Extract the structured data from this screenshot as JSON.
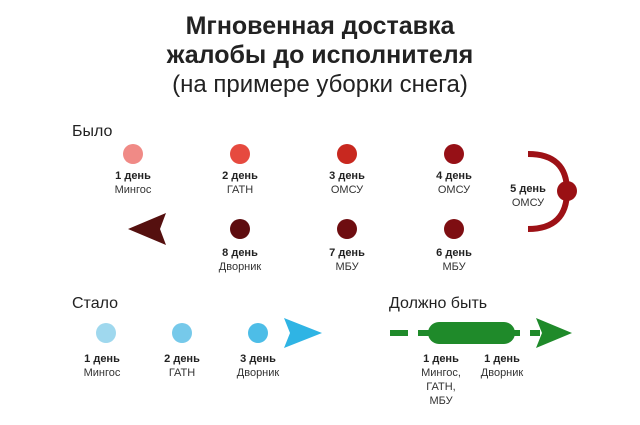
{
  "title": {
    "line1": "Мгновенная доставка",
    "line2": "жалобы до исполнителя",
    "line3": "(на примере уборки снега)"
  },
  "colors": {
    "was_gradient_start": "#f28a86",
    "was_gradient_end": "#a01318",
    "was_return": "#5a0d0f",
    "now": "#35b9e6",
    "now_light": "#a8ddf1",
    "should": "#1f8a2a"
  },
  "was": {
    "label": "Было",
    "top_row": [
      {
        "day": "1 день",
        "who": "Мингос",
        "color": "#f08a86"
      },
      {
        "day": "2 день",
        "who": "ГАТН",
        "color": "#e64a3f"
      },
      {
        "day": "3 день",
        "who": "ОМСУ",
        "color": "#c8281f"
      },
      {
        "day": "4 день",
        "who": "ОМСУ",
        "color": "#961016"
      }
    ],
    "turn": {
      "day": "5 день",
      "who": "ОМСУ",
      "color": "#9a1014"
    },
    "bottom_row": [
      {
        "day": "6 день",
        "who": "МБУ",
        "color": "#7e0e12"
      },
      {
        "day": "7 день",
        "who": "МБУ",
        "color": "#6e0d10"
      },
      {
        "day": "8 день",
        "who": "Дворник",
        "color": "#5e0c0f"
      }
    ]
  },
  "now": {
    "label": "Стало",
    "steps": [
      {
        "day": "1 день",
        "who": "Мингос"
      },
      {
        "day": "2 день",
        "who": "ГАТН"
      },
      {
        "day": "3 день",
        "who": "Дворник"
      }
    ]
  },
  "should": {
    "label": "Должно быть",
    "steps": [
      {
        "day": "1 день",
        "who": [
          "Мингос,",
          "ГАТН,",
          "МБУ"
        ]
      },
      {
        "day": "1 день",
        "who": [
          "Дворник"
        ]
      }
    ]
  }
}
